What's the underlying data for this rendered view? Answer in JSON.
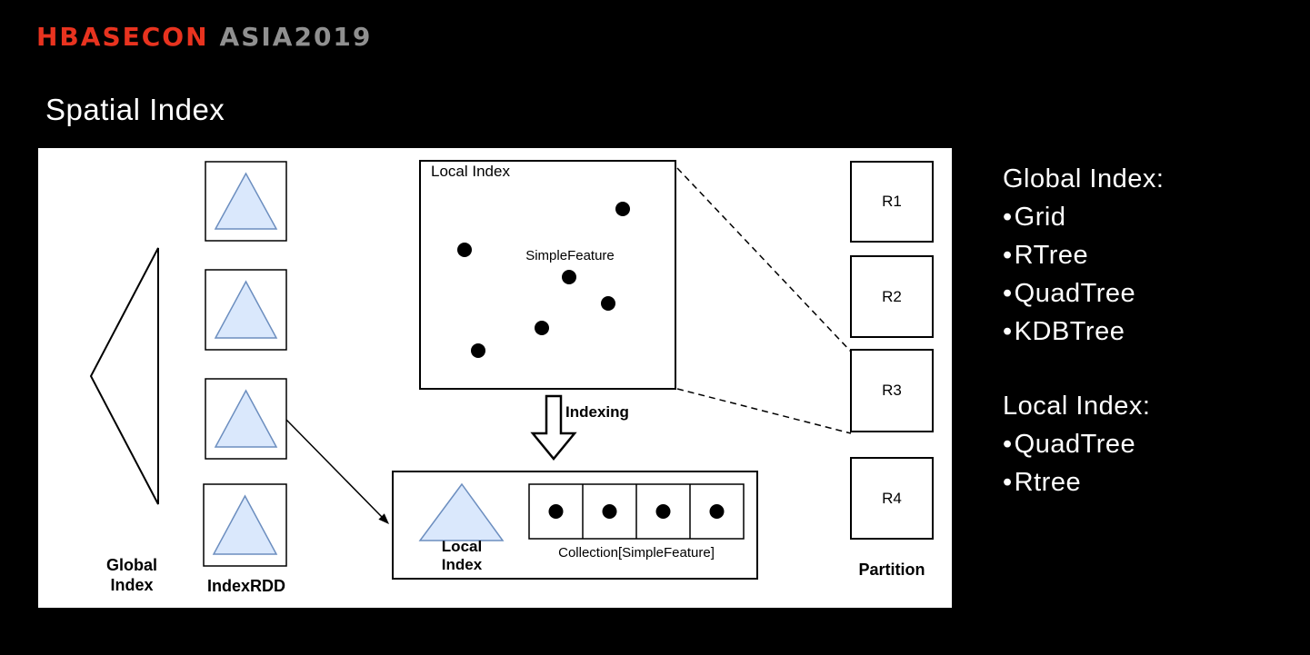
{
  "header": {
    "logo_primary": "HBASECON",
    "logo_secondary": "ASIA2019"
  },
  "title": "Spatial Index",
  "diagram": {
    "global_index_label": "Global Index",
    "index_rdd_label": "IndexRDD",
    "local_index_box_label": "Local Index",
    "simple_feature_label": "SimpleFeature",
    "indexing_label": "Indexing",
    "bottom_local_index_label": "Local Index",
    "collection_label": "Collection[SimpleFeature]",
    "partitions": [
      "R1",
      "R2",
      "R3",
      "R4"
    ],
    "partition_label": "Partition"
  },
  "sidebar": {
    "bullet": "•",
    "global_index": {
      "heading": "Global Index:",
      "items": [
        "Grid",
        "RTree",
        "QuadTree",
        "KDBTree"
      ]
    },
    "local_index": {
      "heading": "Local Index:",
      "items": [
        "QuadTree",
        "Rtree"
      ]
    }
  },
  "colors": {
    "background": "#000000",
    "panel_bg": "#ffffff",
    "accent_red": "#e8331f",
    "logo_gray": "#909090",
    "triangle_fill": "#dae8fc",
    "triangle_border": "#6c8ebf"
  }
}
